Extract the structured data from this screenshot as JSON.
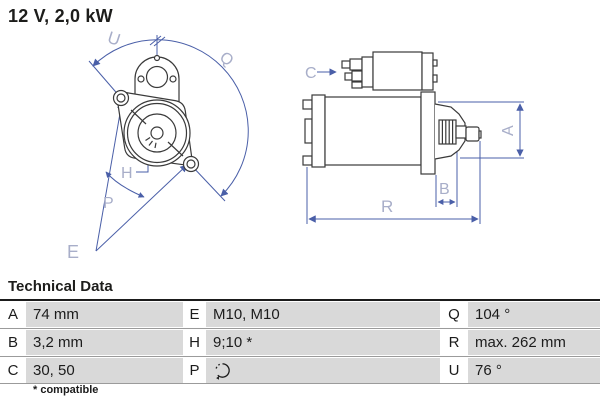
{
  "title": "12 V, 2,0 kW",
  "section_heading": "Technical Data",
  "diagram": {
    "description": "starter-motor-front-and-side-views",
    "labels": {
      "u": "U",
      "q": "Q",
      "h": "H",
      "p": "P",
      "e": "E",
      "c": "C",
      "a": "A",
      "b": "B",
      "r": "R"
    },
    "colors": {
      "dimension_blue": "#4a5fa8",
      "label_blue": "#a8aec9",
      "outline": "#3a3a3a"
    }
  },
  "table": {
    "rows": [
      {
        "c": [
          {
            "k": "A",
            "v": "74 mm"
          },
          {
            "k": "E",
            "v": "M10, M10"
          },
          {
            "k": "Q",
            "v": "104 °"
          }
        ]
      },
      {
        "c": [
          {
            "k": "B",
            "v": "3,2 mm"
          },
          {
            "k": "H",
            "v": "9;10 *"
          },
          {
            "k": "R",
            "v": "max. 262 mm"
          }
        ]
      },
      {
        "c": [
          {
            "k": "C",
            "v": "30, 50"
          },
          {
            "k": "P",
            "v": ""
          },
          {
            "k": "U",
            "v": "76 °"
          }
        ]
      }
    ],
    "icons": {
      "p_value": "rotation-direction-icon"
    },
    "footnote": "* compatible",
    "colors": {
      "value_bg": "#d9d9d9",
      "separator": "#9b9b9b"
    }
  }
}
